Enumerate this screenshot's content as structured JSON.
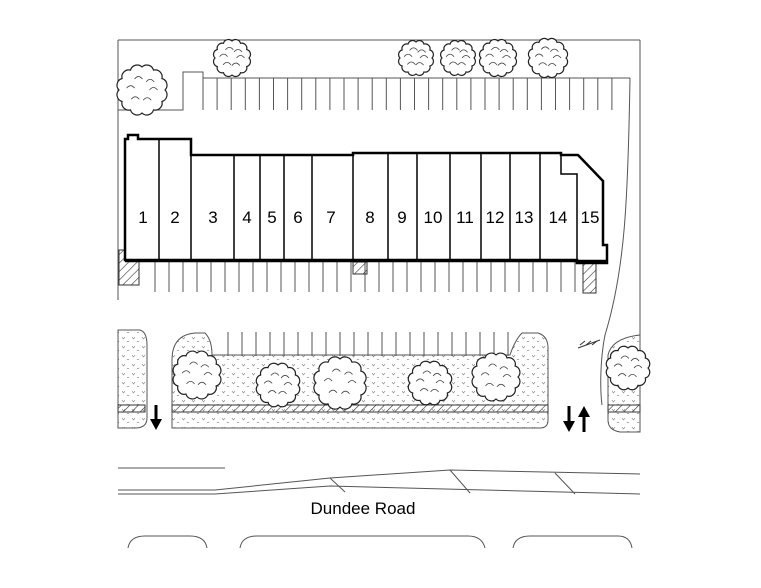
{
  "units": [
    "1",
    "2",
    "3",
    "4",
    "5",
    "6",
    "7",
    "8",
    "9",
    "10",
    "11",
    "12",
    "13",
    "14",
    "15"
  ],
  "road": {
    "name": "Dundee Road"
  },
  "icons": {
    "arrow_down": "arrow-down-icon",
    "arrow_updown": "two-way-arrow-icon",
    "tree": "tree-icon"
  }
}
